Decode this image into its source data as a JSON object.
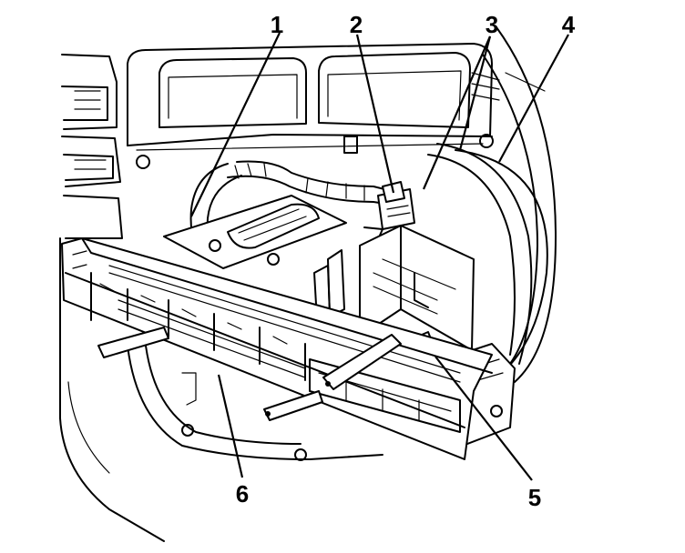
{
  "figure": {
    "callouts": [
      {
        "id": "1",
        "label": "1"
      },
      {
        "id": "2",
        "label": "2"
      },
      {
        "id": "3",
        "label": "3"
      },
      {
        "id": "4",
        "label": "4"
      },
      {
        "id": "5",
        "label": "5"
      },
      {
        "id": "6",
        "label": "6"
      }
    ]
  }
}
